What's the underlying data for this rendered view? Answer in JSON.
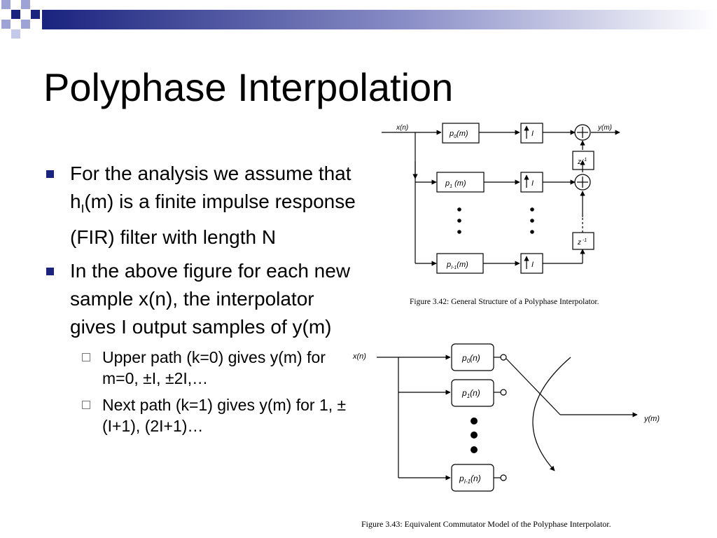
{
  "slide": {
    "title": "Polyphase Interpolation",
    "colors": {
      "bullet": "#1a237e",
      "top_bar_start": "#1a237e",
      "top_bar_end": "#ffffff"
    }
  },
  "bullets": [
    {
      "pre": "For the analysis we assume that h",
      "sub": "I",
      "post": "(m) is a finite impulse response (FIR) filter with length N"
    },
    {
      "text": "In the above figure for each new sample x(n), the interpolator gives I output samples of y(m)"
    }
  ],
  "sub_bullets": [
    {
      "text": "Upper path (k=0) gives y(m) for m=0, ±I, ±2I,…"
    },
    {
      "text": "Next path (k=1) gives y(m) for 1, ±(I+1), (2I+1)…"
    }
  ],
  "figure1": {
    "input_label": "x(n)",
    "output_label": "y(m)",
    "filters": [
      {
        "base": "p",
        "sub": "0",
        "tail": "(m)"
      },
      {
        "base": "p",
        "sub": "1",
        "tail": " (m)"
      },
      {
        "base": "p",
        "sub": "I-1",
        "tail": "(m)"
      }
    ],
    "upsampler_label": "I",
    "delay_base": "z",
    "delay_sup": " -1",
    "caption": "Figure 3.42: General Structure of a Polyphase Interpolator."
  },
  "figure2": {
    "input_label": "x(n)",
    "output_label": "y(m)",
    "filters": [
      {
        "base": "p",
        "sub": "0",
        "tail": "(n)"
      },
      {
        "base": "p",
        "sub": "1",
        "tail": "(n)"
      },
      {
        "base": "p",
        "sub": "I-1",
        "tail": "(n)"
      }
    ],
    "caption": "Figure 3.43: Equivalent Commutator Model of the Polyphase Interpolator."
  }
}
